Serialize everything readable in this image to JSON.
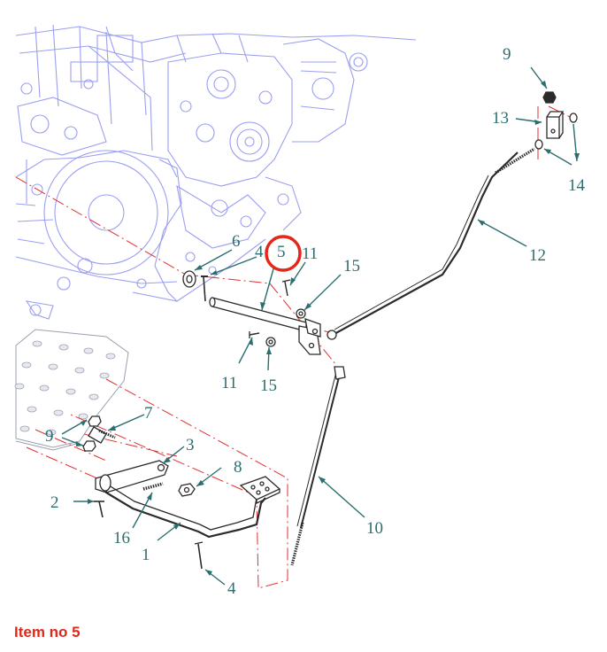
{
  "colors": {
    "engine": "#9a9ff0",
    "parts": "#2b2b2b",
    "leader": "#2b6e70",
    "centerline": "#e03030",
    "highlight": "#e3271a"
  },
  "callouts": {
    "c9_top": "9",
    "c13": "13",
    "c14": "14",
    "c12": "12",
    "c6": "6",
    "c4_top": "4",
    "c5": "5",
    "c11_top": "11",
    "c15_top": "15",
    "c11_bot": "11",
    "c15_bot": "15",
    "c7": "7",
    "c9_left": "9",
    "c3": "3",
    "c8": "8",
    "c2": "2",
    "c16": "16",
    "c1": "1",
    "c10": "10",
    "c4_bot": "4"
  },
  "highlighted_item": "5",
  "caption": "Item no 5"
}
